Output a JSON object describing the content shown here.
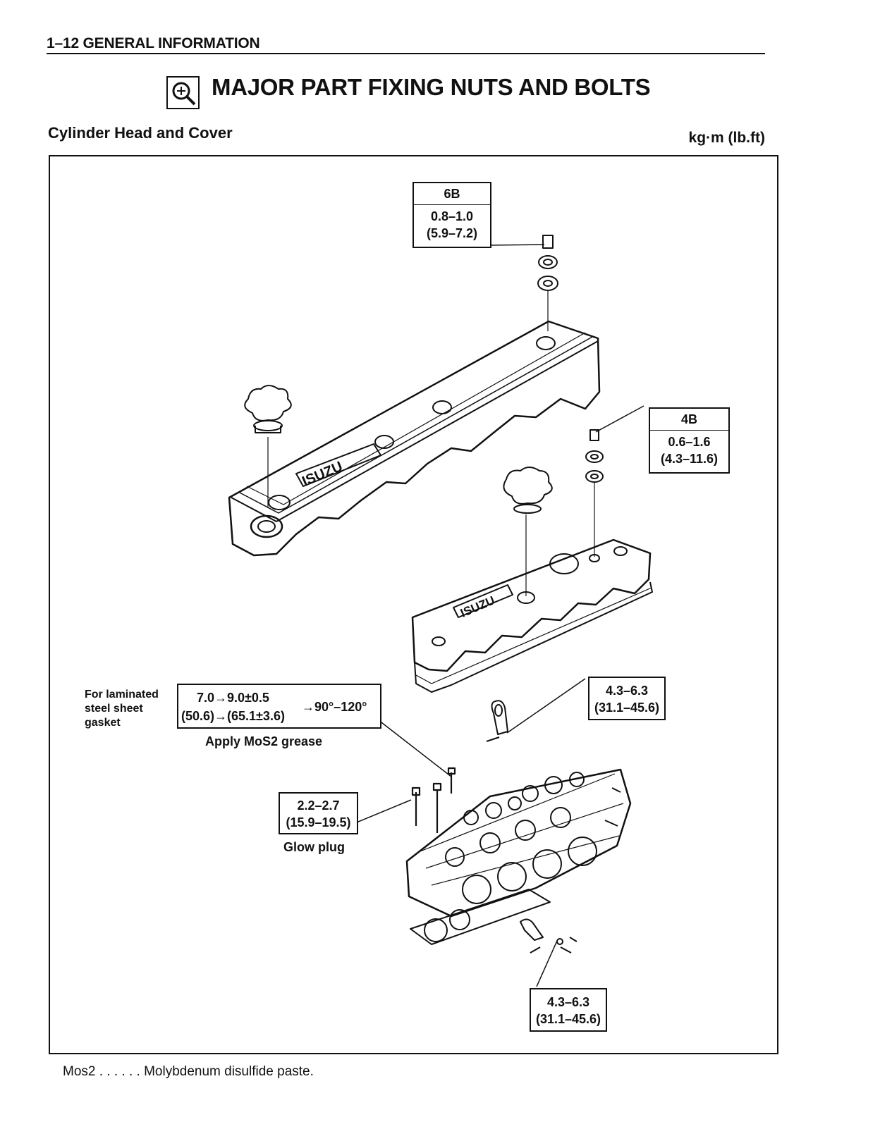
{
  "header": {
    "section": "1–12 GENERAL INFORMATION"
  },
  "title": {
    "icon": "torque-wrench-icon",
    "text": "MAJOR PART FIXING NUTS AND BOLTS"
  },
  "subtitle": "Cylinder Head and Cover",
  "units": "kg·m (lb.ft)",
  "specs": {
    "spec_6b": {
      "code": "6B",
      "line1": "0.8–1.0",
      "line2": "(5.9–7.2)"
    },
    "spec_4b": {
      "code": "4B",
      "line1": "0.6–1.6",
      "line2": "(4.3–11.6)"
    },
    "head_bolt": {
      "line1": "7.0→9.0±0.5",
      "line2": "(50.6)→(65.1±3.6)",
      "angle": "→90°–120°"
    },
    "bracket_upper": {
      "line1": "4.3–6.3",
      "line2": "(31.1–45.6)"
    },
    "glow_plug": {
      "line1": "2.2–2.7",
      "line2": "(15.9–19.5)"
    },
    "bracket_lower": {
      "line1": "4.3–6.3",
      "line2": "(31.1–45.6)"
    }
  },
  "notes": {
    "laminated_gasket": [
      "For laminated",
      "steel sheet",
      "gasket"
    ],
    "apply_grease": "Apply MoS2 grease",
    "glow_plug_label": "Glow plug"
  },
  "logo_text": [
    "ISUZU",
    "ISUZU"
  ],
  "footer": "Mos2 . . . . . . Molybdenum disulfide paste."
}
